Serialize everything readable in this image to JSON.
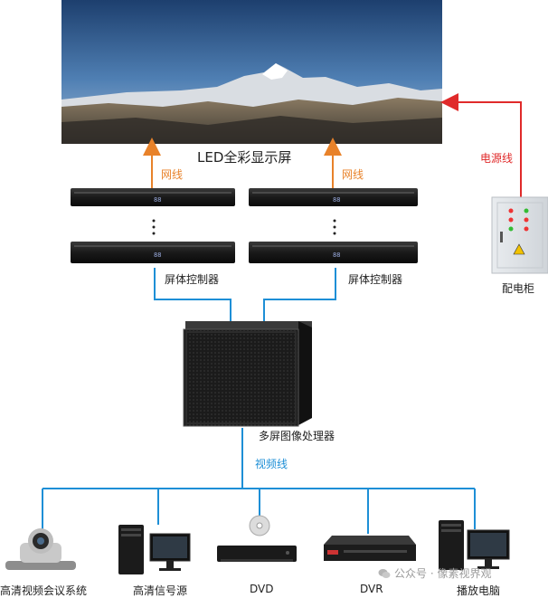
{
  "screen": {
    "title": "LED全彩显示屏"
  },
  "links": {
    "network_left": "网线",
    "network_right": "网线",
    "power": "电源线",
    "video": "视频线"
  },
  "controllers": {
    "left_label": "屏体控制器",
    "right_label": "屏体控制器",
    "display_digits": "88"
  },
  "cabinet": {
    "label": "配电柜"
  },
  "processor": {
    "label": "多屏图像处理器"
  },
  "sources": [
    {
      "label": "高清视频会议系统"
    },
    {
      "label": "高清信号源"
    },
    {
      "label": "DVD"
    },
    {
      "label": "DVR"
    },
    {
      "label": "播放电脑"
    }
  ],
  "watermark": {
    "text": "公众号 · 像素视界观"
  },
  "colors": {
    "network": "#e8822a",
    "power": "#e02a2a",
    "video": "#1e8fd6"
  }
}
